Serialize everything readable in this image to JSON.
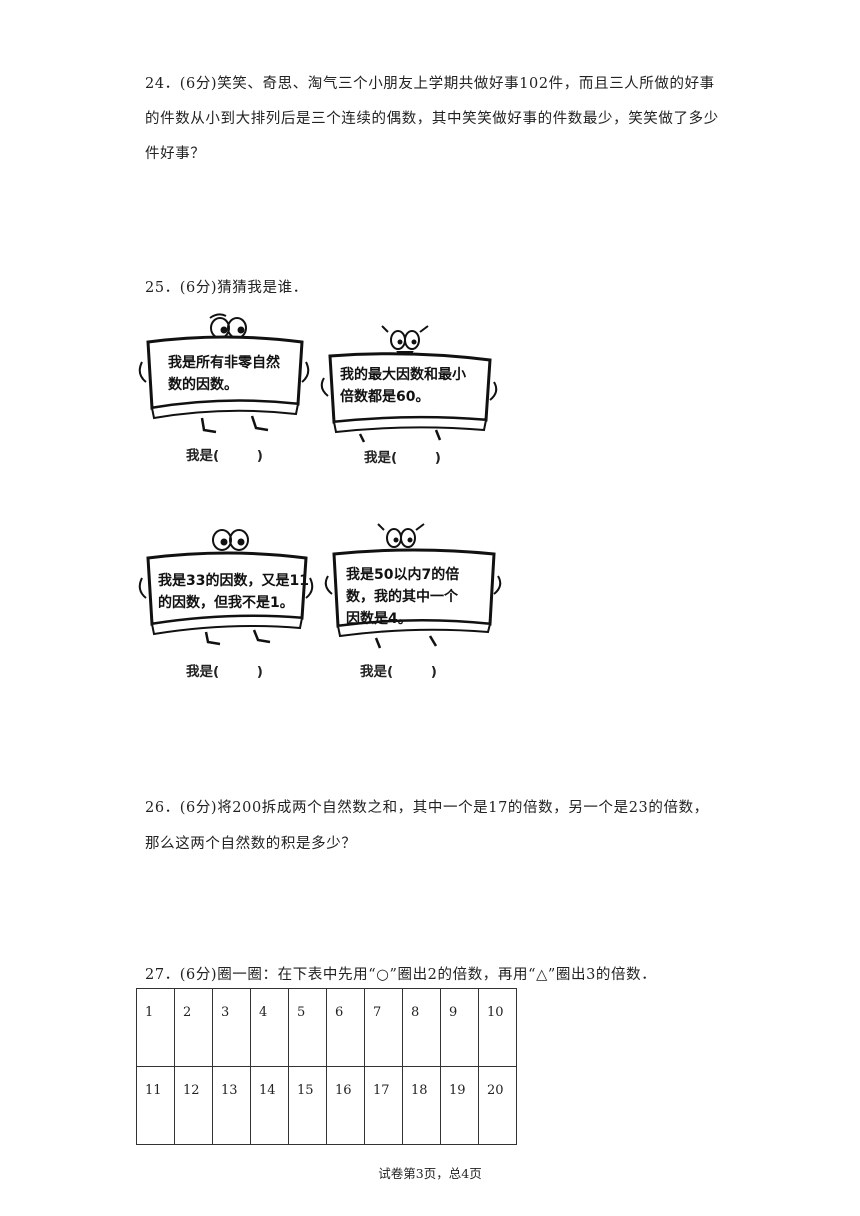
{
  "q24": {
    "line1": "24．(6分)笑笑、奇思、淘气三个小朋友上学期共做好事102件，而且三人所做的好事",
    "line2": "的件数从小到大排列后是三个连续的偶数，其中笑笑做好事的件数最少，笑笑做了多少",
    "line3": "件好事？"
  },
  "q25": {
    "title": "25．(6分)猜猜我是谁．",
    "cards": [
      {
        "text1": "我是所有非零自然",
        "text2": "数的因数。",
        "text3": "",
        "answer": "我是(        )"
      },
      {
        "text1": "我的最大因数和最小",
        "text2": "倍数都是60。",
        "text3": "",
        "answer": "我是(        )"
      },
      {
        "text1": "我是33的因数，又是11",
        "text2": "的因数，但我不是1。",
        "text3": "",
        "answer": "我是(        )"
      },
      {
        "text1": "我是50以内7的倍",
        "text2": "数，我的其中一个",
        "text3": "因数是4。",
        "answer": "我是(        )"
      }
    ]
  },
  "q26": {
    "line1": "26．(6分)将200拆成两个自然数之和，其中一个是17的倍数，另一个是23的倍数，",
    "line2": "那么这两个自然数的积是多少？"
  },
  "q27": {
    "title": "27．(6分)圈一圈：在下表中先用“○”圈出2的倍数，再用“△”圈出3的倍数．",
    "row1": [
      "1",
      "2",
      "3",
      "4",
      "5",
      "6",
      "7",
      "8",
      "9",
      "10"
    ],
    "row2": [
      "11",
      "12",
      "13",
      "14",
      "15",
      "16",
      "17",
      "18",
      "19",
      "20"
    ]
  },
  "footer": "试卷第3页，总4页"
}
